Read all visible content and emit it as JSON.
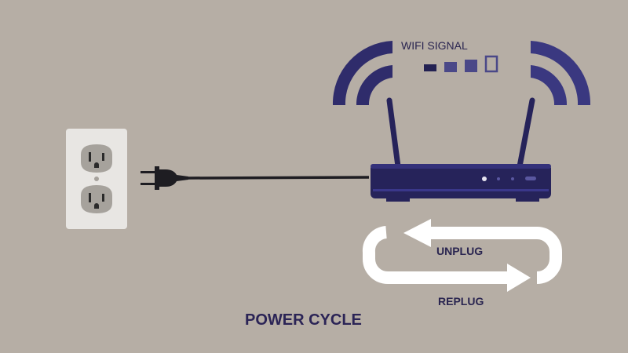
{
  "diagram": {
    "title": "POWER CYCLE",
    "wifi_signal": {
      "label": "WIFI SIGNAL",
      "bars": [
        {
          "state": "filled",
          "color": "#232152"
        },
        {
          "state": "filled",
          "color": "#4a4888"
        },
        {
          "state": "filled",
          "color": "#4a4888"
        },
        {
          "state": "empty",
          "color": "#4a4888"
        }
      ]
    },
    "cycle": {
      "top_arrow_label": "UNPLUG",
      "bottom_arrow_label": "REPLUG"
    },
    "components": [
      "wall outlet",
      "power plug",
      "power cable",
      "wireless router",
      "wifi waves"
    ],
    "colors": {
      "background": "#b6aea5",
      "router": "#26235a",
      "waves": "#2f2c6b",
      "text": "#2a2550",
      "arrows": "#ffffff",
      "outlet_plate": "#e8e6e3",
      "outlet_face": "#a6a29c"
    }
  }
}
